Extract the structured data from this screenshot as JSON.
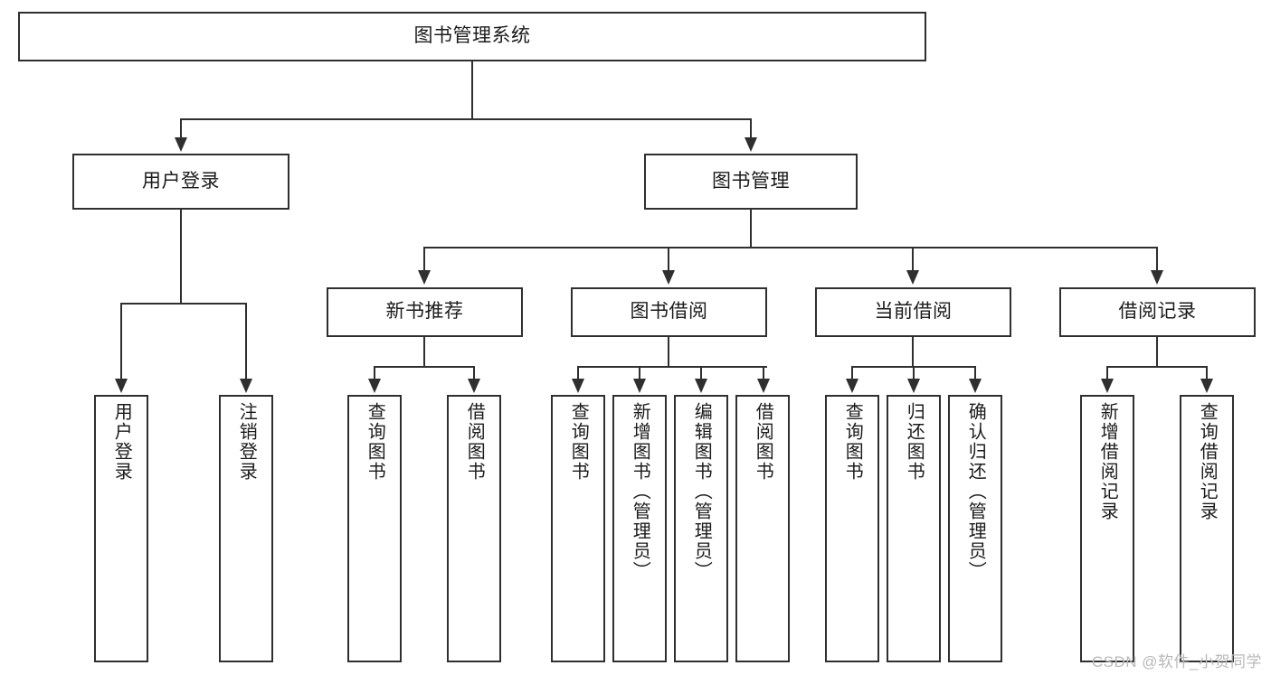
{
  "diagram": {
    "title": "图书管理系统",
    "watermark": "CSDN @软件_小贺同学",
    "root": {
      "label": "图书管理系统"
    },
    "level2": [
      {
        "label": "用户登录"
      },
      {
        "label": "图书管理"
      }
    ],
    "level3": [
      {
        "label": "新书推荐"
      },
      {
        "label": "图书借阅"
      },
      {
        "label": "当前借阅"
      },
      {
        "label": "借阅记录"
      }
    ],
    "leaves": {
      "user_login": [
        {
          "label": "用户登录"
        },
        {
          "label": "注销登录"
        }
      ],
      "new_book_recommend": [
        {
          "label": "查询图书"
        },
        {
          "label": "借阅图书"
        }
      ],
      "book_borrow": [
        {
          "label": "查询图书"
        },
        {
          "label": "新增图书（管理员）"
        },
        {
          "label": "编辑图书（管理员）"
        },
        {
          "label": "借阅图书"
        }
      ],
      "current_borrow": [
        {
          "label": "查询图书"
        },
        {
          "label": "归还图书"
        },
        {
          "label": "确认归还（管理员）"
        }
      ],
      "borrow_record": [
        {
          "label": "新增借阅记录"
        },
        {
          "label": "查询借阅记录"
        }
      ]
    },
    "colors": {
      "stroke": "#2f2f2f",
      "fill": "#ffffff",
      "text": "#1b1b1b",
      "watermark": "#b9b9b9"
    }
  }
}
